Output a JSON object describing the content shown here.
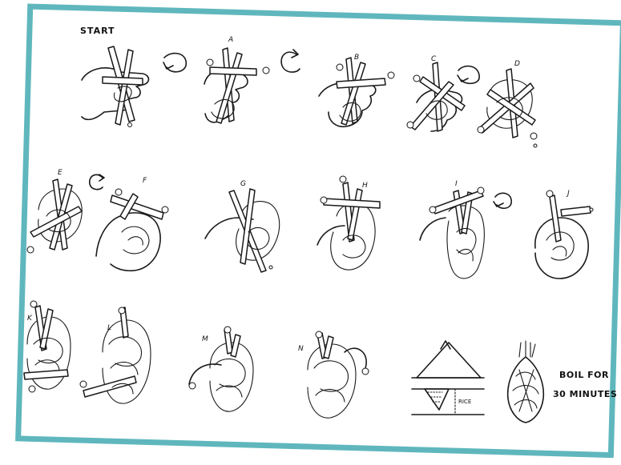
{
  "title": "START",
  "frame_color": "#5fb7bd",
  "step_labels": [
    "A",
    "B",
    "C",
    "D",
    "E",
    "F",
    "G",
    "H",
    "I",
    "J",
    "K",
    "L",
    "M",
    "N"
  ],
  "final": {
    "rice_label": "RICE",
    "boil_line1": "BOIL FOR",
    "boil_line2": "30 MINUTES"
  },
  "rotate_arrows": [
    "rotate-right-arrow",
    "rotate-left-arrow",
    "rotate-right-arrow",
    "rotate-left-arrow",
    "rotate-right-arrow"
  ]
}
